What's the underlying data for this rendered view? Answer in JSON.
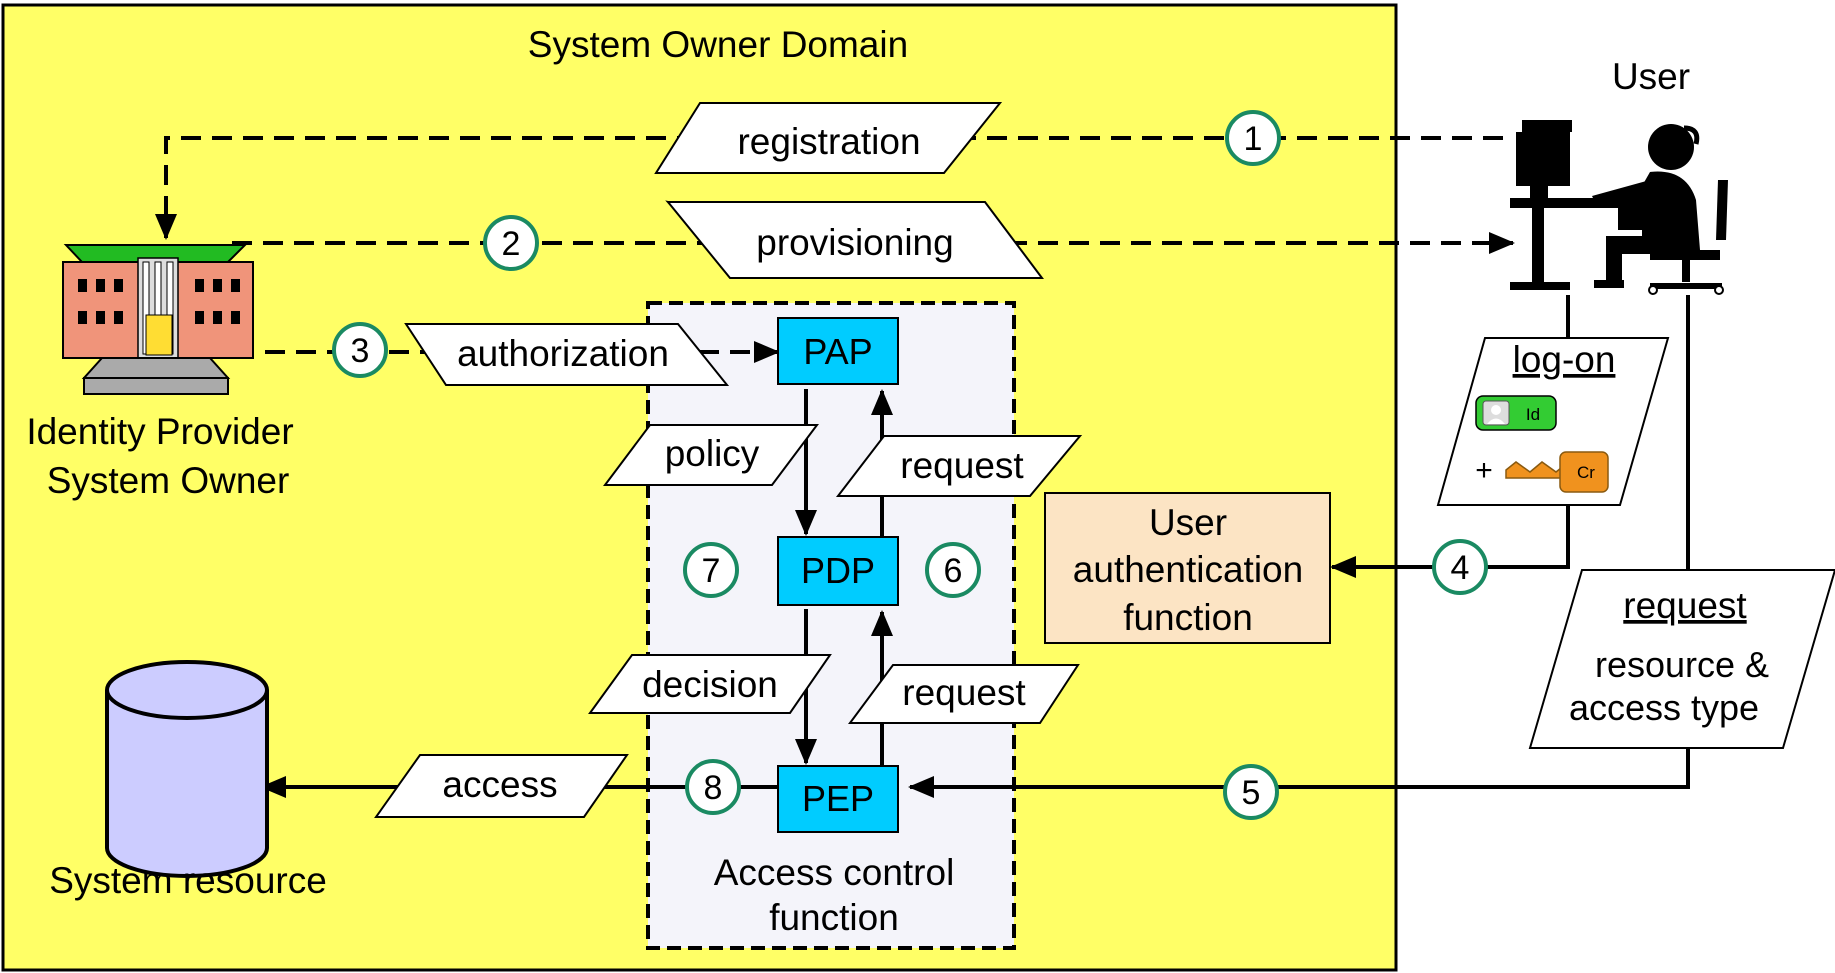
{
  "domain_title": "System Owner Domain",
  "user_label": "User",
  "idp_label": [
    "Identity Provider",
    "System Owner"
  ],
  "resource_label": "System resource",
  "acf_label": [
    "Access control",
    "function"
  ],
  "auth_label": [
    "User",
    "authentication",
    "function"
  ],
  "boxes": {
    "pap": "PAP",
    "pdp": "PDP",
    "pep": "PEP"
  },
  "messages": {
    "registration": "registration",
    "provisioning": "provisioning",
    "authorization": "authorization",
    "policy": "policy",
    "request_pap": "request",
    "decision": "decision",
    "request_pdp": "request",
    "access": "access"
  },
  "logon": {
    "title": "log-on",
    "plus": "+",
    "id": "Id",
    "cr": "Cr"
  },
  "user_request": {
    "title": "request",
    "line1": "resource &",
    "line2": "access type"
  },
  "steps": [
    "1",
    "2",
    "3",
    "4",
    "5",
    "6",
    "7",
    "8"
  ],
  "colors": {
    "domain_fill": "#ffff66",
    "acf_fill": "#f4f4fa",
    "box_fill": "#00ccff",
    "auth_fill": "#fce4c4",
    "step_ring": "#1a8a62",
    "db_fill": "#ccccff",
    "building_wall": "#f0947a",
    "building_roof": "#22bb22",
    "badge_green": "#33cc33",
    "key_orange": "#f0921e"
  }
}
